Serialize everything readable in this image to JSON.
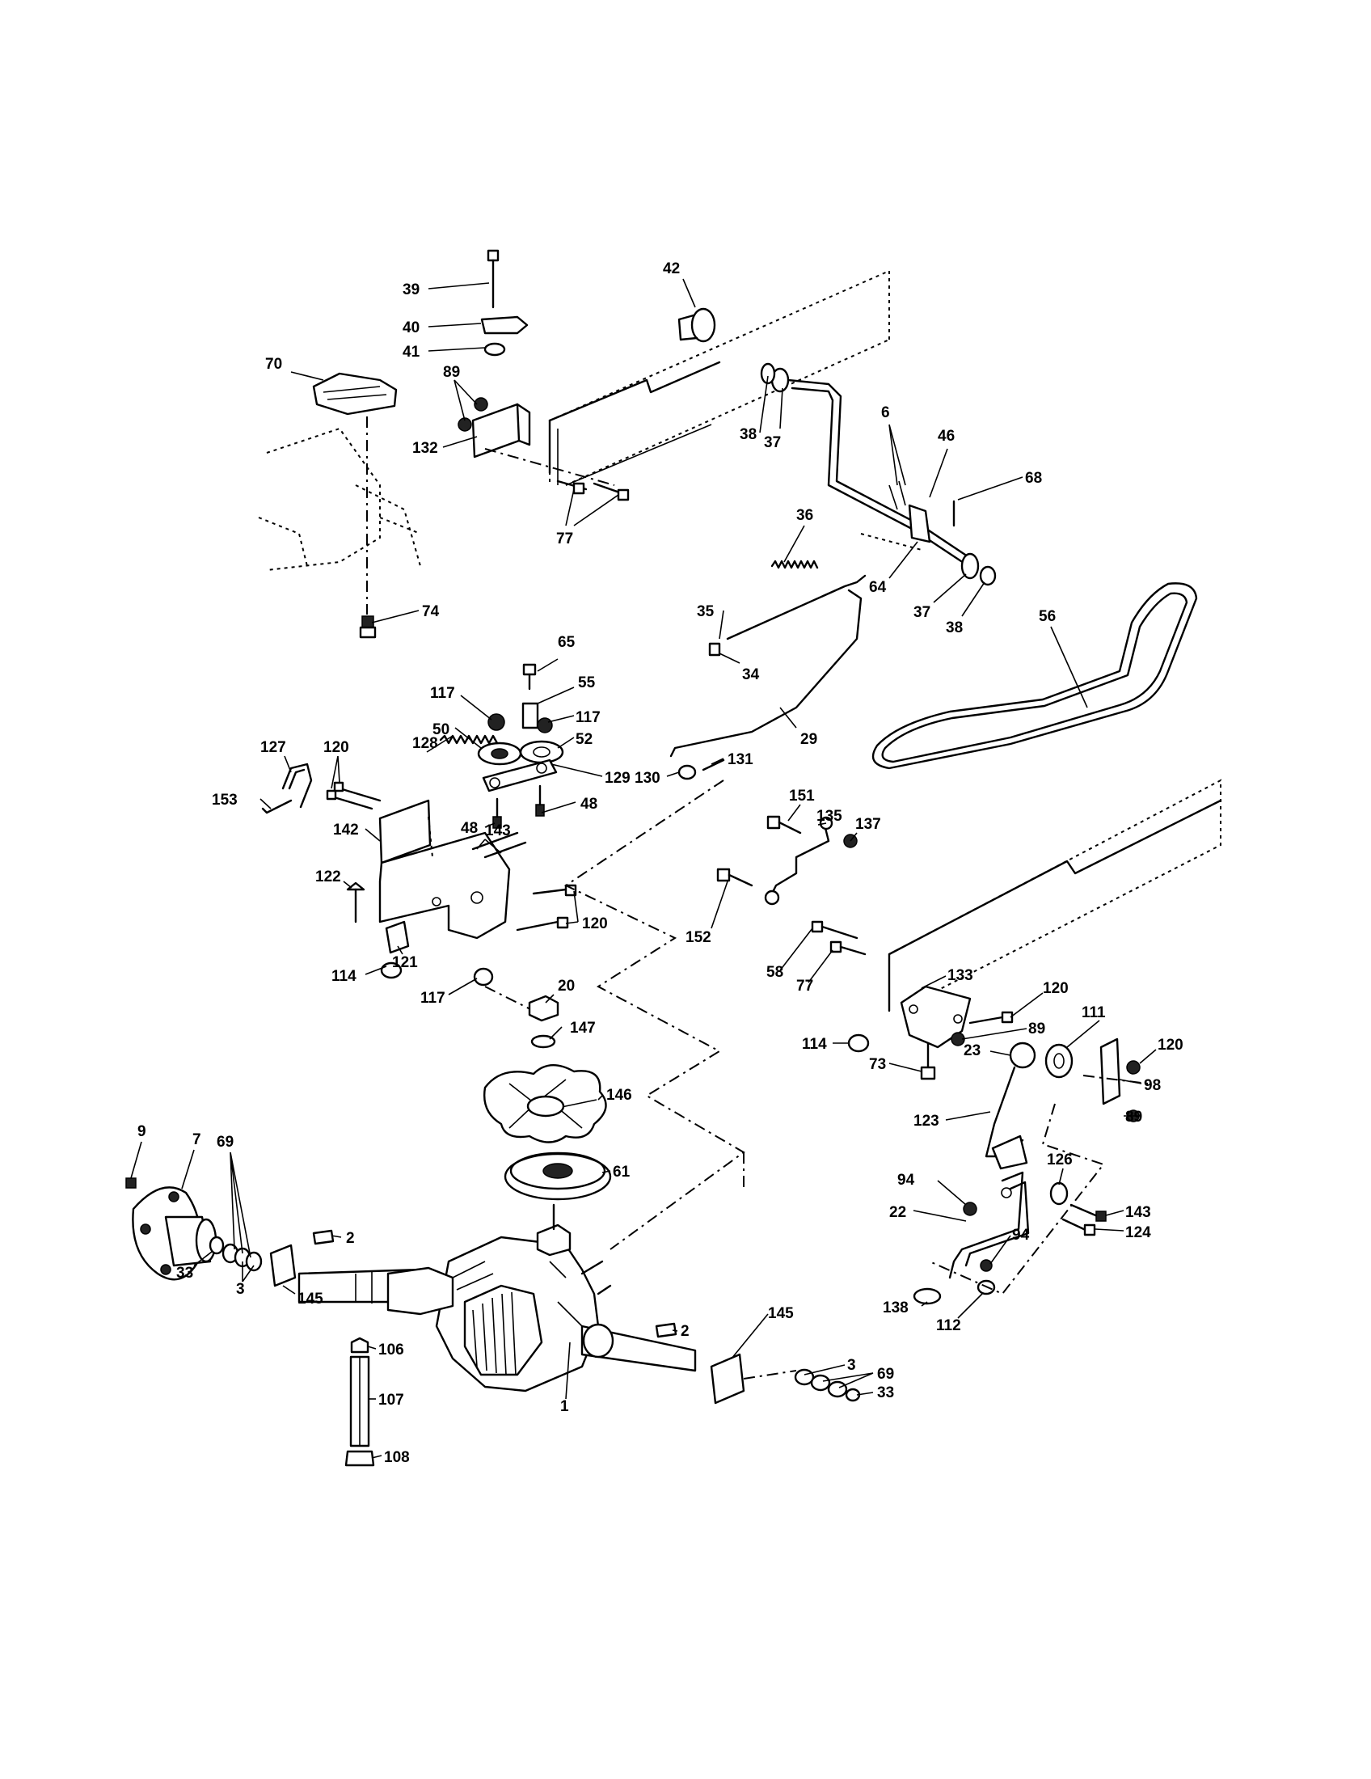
{
  "callouts": [
    {
      "text": "39"
    },
    {
      "text": "40"
    },
    {
      "text": "41"
    },
    {
      "text": "42"
    },
    {
      "text": "70"
    },
    {
      "text": "89"
    },
    {
      "text": "132"
    },
    {
      "text": "77"
    },
    {
      "text": "38"
    },
    {
      "text": "37"
    },
    {
      "text": "6"
    },
    {
      "text": "46"
    },
    {
      "text": "68"
    },
    {
      "text": "36"
    },
    {
      "text": "64"
    },
    {
      "text": "37"
    },
    {
      "text": "38"
    },
    {
      "text": "56"
    },
    {
      "text": "35"
    },
    {
      "text": "34"
    },
    {
      "text": "74"
    },
    {
      "text": "65"
    },
    {
      "text": "55"
    },
    {
      "text": "117"
    },
    {
      "text": "117"
    },
    {
      "text": "50"
    },
    {
      "text": "52"
    },
    {
      "text": "29"
    },
    {
      "text": "127"
    },
    {
      "text": "120"
    },
    {
      "text": "128"
    },
    {
      "text": "129"
    },
    {
      "text": "130"
    },
    {
      "text": "131"
    },
    {
      "text": "153"
    },
    {
      "text": "48"
    },
    {
      "text": "48"
    },
    {
      "text": "142"
    },
    {
      "text": "143"
    },
    {
      "text": "151"
    },
    {
      "text": "135"
    },
    {
      "text": "137"
    },
    {
      "text": "122"
    },
    {
      "text": "120"
    },
    {
      "text": "152"
    },
    {
      "text": "114"
    },
    {
      "text": "121"
    },
    {
      "text": "117"
    },
    {
      "text": "58"
    },
    {
      "text": "77"
    },
    {
      "text": "133"
    },
    {
      "text": "120"
    },
    {
      "text": "20"
    },
    {
      "text": "147"
    },
    {
      "text": "89"
    },
    {
      "text": "111"
    },
    {
      "text": "114"
    },
    {
      "text": "73"
    },
    {
      "text": "23"
    },
    {
      "text": "120"
    },
    {
      "text": "98"
    },
    {
      "text": "146"
    },
    {
      "text": "89"
    },
    {
      "text": "123"
    },
    {
      "text": "9"
    },
    {
      "text": "7"
    },
    {
      "text": "61"
    },
    {
      "text": "94"
    },
    {
      "text": "126"
    },
    {
      "text": "69"
    },
    {
      "text": "22"
    },
    {
      "text": "143"
    },
    {
      "text": "2"
    },
    {
      "text": "124"
    },
    {
      "text": "94"
    },
    {
      "text": "33"
    },
    {
      "text": "3"
    },
    {
      "text": "145"
    },
    {
      "text": "138"
    },
    {
      "text": "112"
    },
    {
      "text": "2"
    },
    {
      "text": "145"
    },
    {
      "text": "3"
    },
    {
      "text": "106"
    },
    {
      "text": "69"
    },
    {
      "text": "33"
    },
    {
      "text": "107"
    },
    {
      "text": "1"
    },
    {
      "text": "108"
    }
  ]
}
